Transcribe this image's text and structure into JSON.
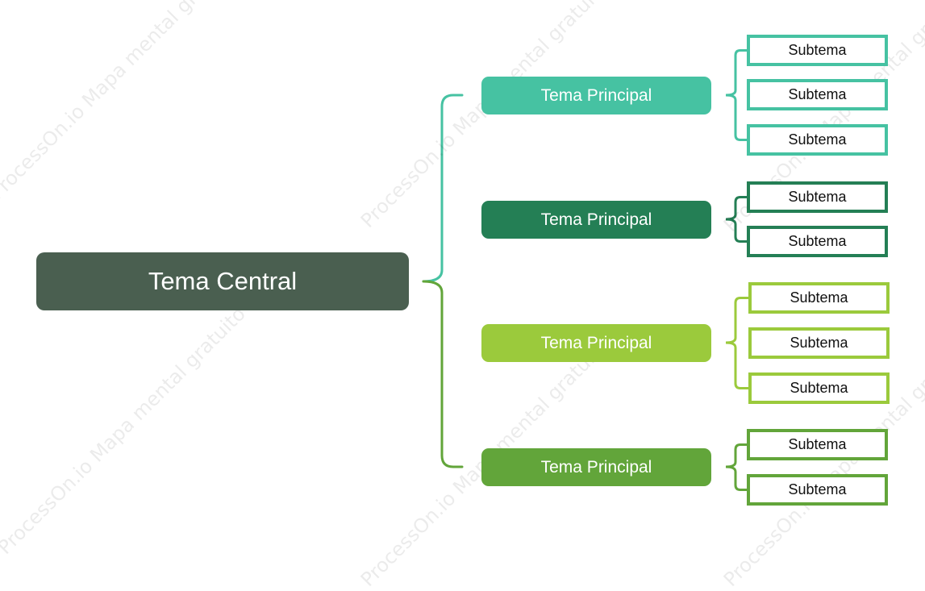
{
  "watermark": "ProcessOn.io Mapa mental gratuito",
  "central": {
    "label": "Tema Central",
    "color": "#4a5f50"
  },
  "branches": [
    {
      "label": "Tema Principal",
      "color": "#46c2a2",
      "subs": [
        "Subtema",
        "Subtema",
        "Subtema"
      ]
    },
    {
      "label": "Tema Principal",
      "color": "#247f55",
      "subs": [
        "Subtema",
        "Subtema"
      ]
    },
    {
      "label": "Tema Principal",
      "color": "#9bca3c",
      "subs": [
        "Subtema",
        "Subtema",
        "Subtema"
      ]
    },
    {
      "label": "Tema Principal",
      "color": "#62a53a",
      "subs": [
        "Subtema",
        "Subtema"
      ]
    }
  ]
}
